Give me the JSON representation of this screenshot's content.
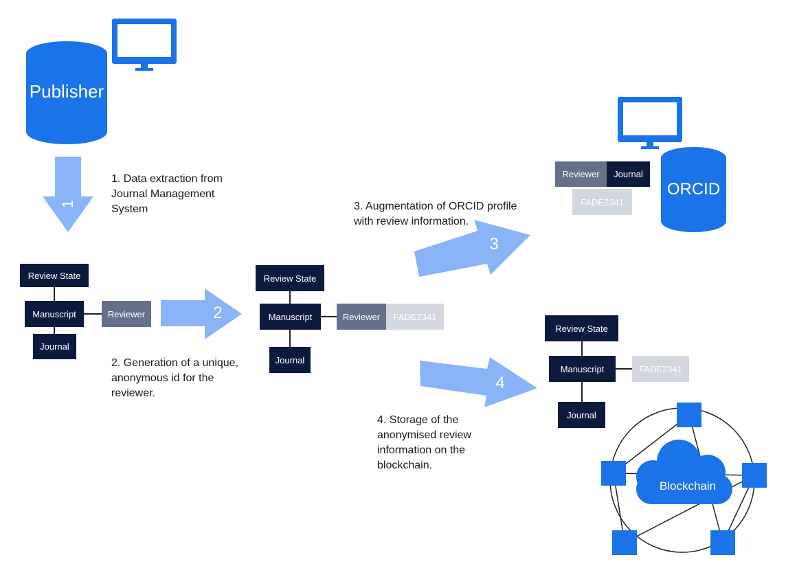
{
  "colors": {
    "icon_blue": "#1a73e8",
    "arrow_blue": "#8ab4f8",
    "node_dark": "#0c1a3d",
    "node_mid": "#65708a",
    "node_light": "#d3d7df"
  },
  "nodes": {
    "publisher_db": "Publisher",
    "orcid_db": "ORCID",
    "blockchain": "Blockchain"
  },
  "arrows": {
    "step1": "1",
    "step2": "2",
    "step3": "3",
    "step4": "4"
  },
  "steps": {
    "step1": "1. Data extraction from Journal Management System",
    "step2": "2. Generation of a unique, anonymous id for the reviewer.",
    "step3": "3. Augmentation of ORCID profile with review information.",
    "step4": "4. Storage of the anonymised review information on the blockchain."
  },
  "group1": {
    "review_state": "Review State",
    "manuscript": "Manuscript",
    "reviewer": "Reviewer",
    "journal": "Journal"
  },
  "group2": {
    "review_state": "Review State",
    "manuscript": "Manuscript",
    "reviewer": "Reviewer",
    "id": "FADE2341",
    "journal": "Journal"
  },
  "group3": {
    "reviewer": "Reviewer",
    "journal": "Journal",
    "id": "FADE2341"
  },
  "group4": {
    "review_state": "Review State",
    "manuscript": "Manuscript",
    "id": "FADE2341",
    "journal": "Journal"
  }
}
